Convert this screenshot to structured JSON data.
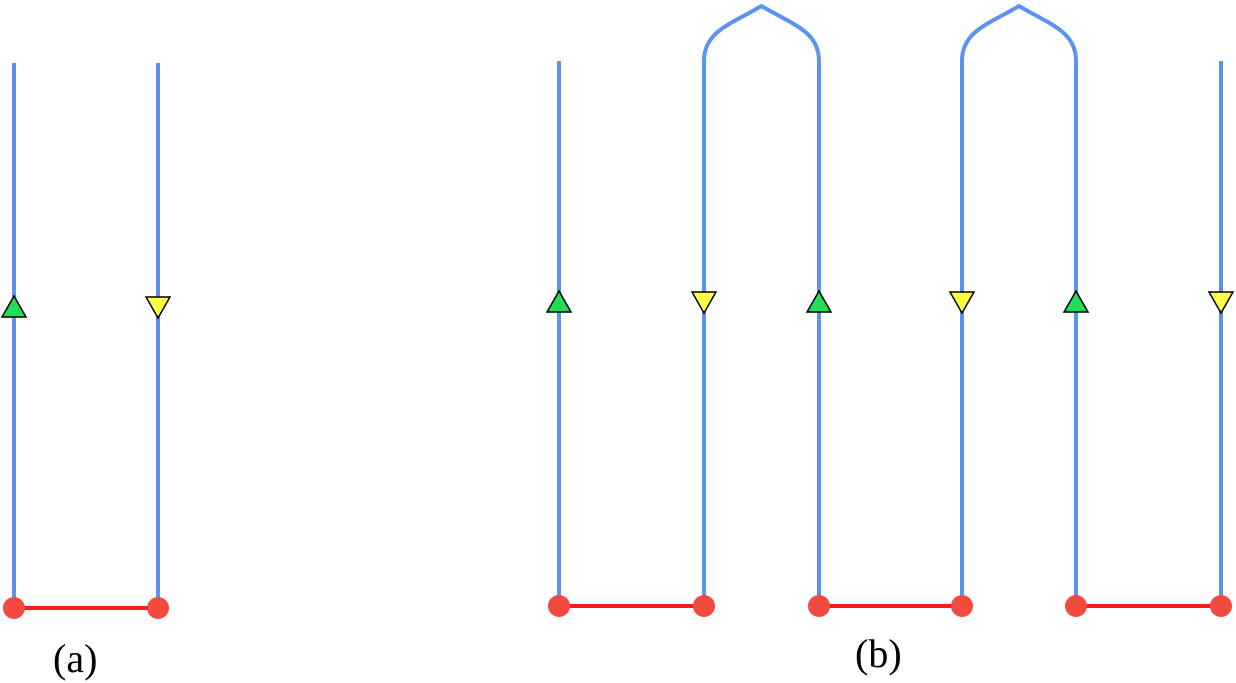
{
  "colors": {
    "strand": "#5b93f0",
    "bond": "#ff1a1a",
    "node": "#f24a3e",
    "arrow_up": "#22dd55",
    "arrow_down": "#ffff44",
    "arrow_stroke": "#000000"
  },
  "panels": [
    {
      "id": "a",
      "caption": "(a)",
      "strands": [
        {
          "direction": "up"
        },
        {
          "direction": "down"
        }
      ],
      "bonds": 1,
      "caps": 0
    },
    {
      "id": "b",
      "caption": "(b)",
      "strands": [
        {
          "direction": "up"
        },
        {
          "direction": "down"
        },
        {
          "direction": "up"
        },
        {
          "direction": "down"
        },
        {
          "direction": "up"
        },
        {
          "direction": "down"
        }
      ],
      "bonds": 3,
      "caps": 2
    }
  ]
}
